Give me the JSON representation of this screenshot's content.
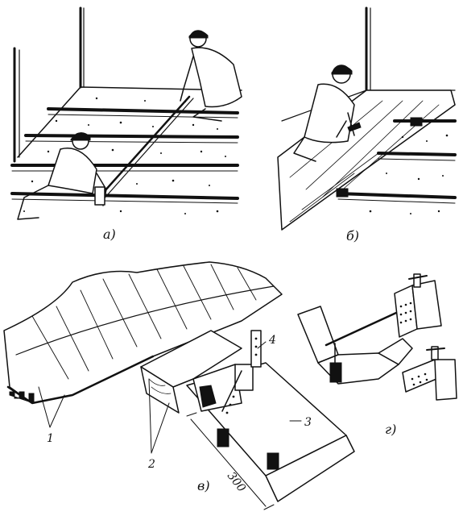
{
  "panels": {
    "a": {
      "label": "а)"
    },
    "b": {
      "label": "б)"
    },
    "v": {
      "label": "в)"
    },
    "g": {
      "label": "г)"
    }
  },
  "callouts": {
    "c1": "1",
    "c2": "2",
    "c3": "3",
    "c4": "4"
  },
  "dimension": {
    "value": "300"
  },
  "colors": {
    "ink": "#111111",
    "paper": "#ffffff"
  }
}
